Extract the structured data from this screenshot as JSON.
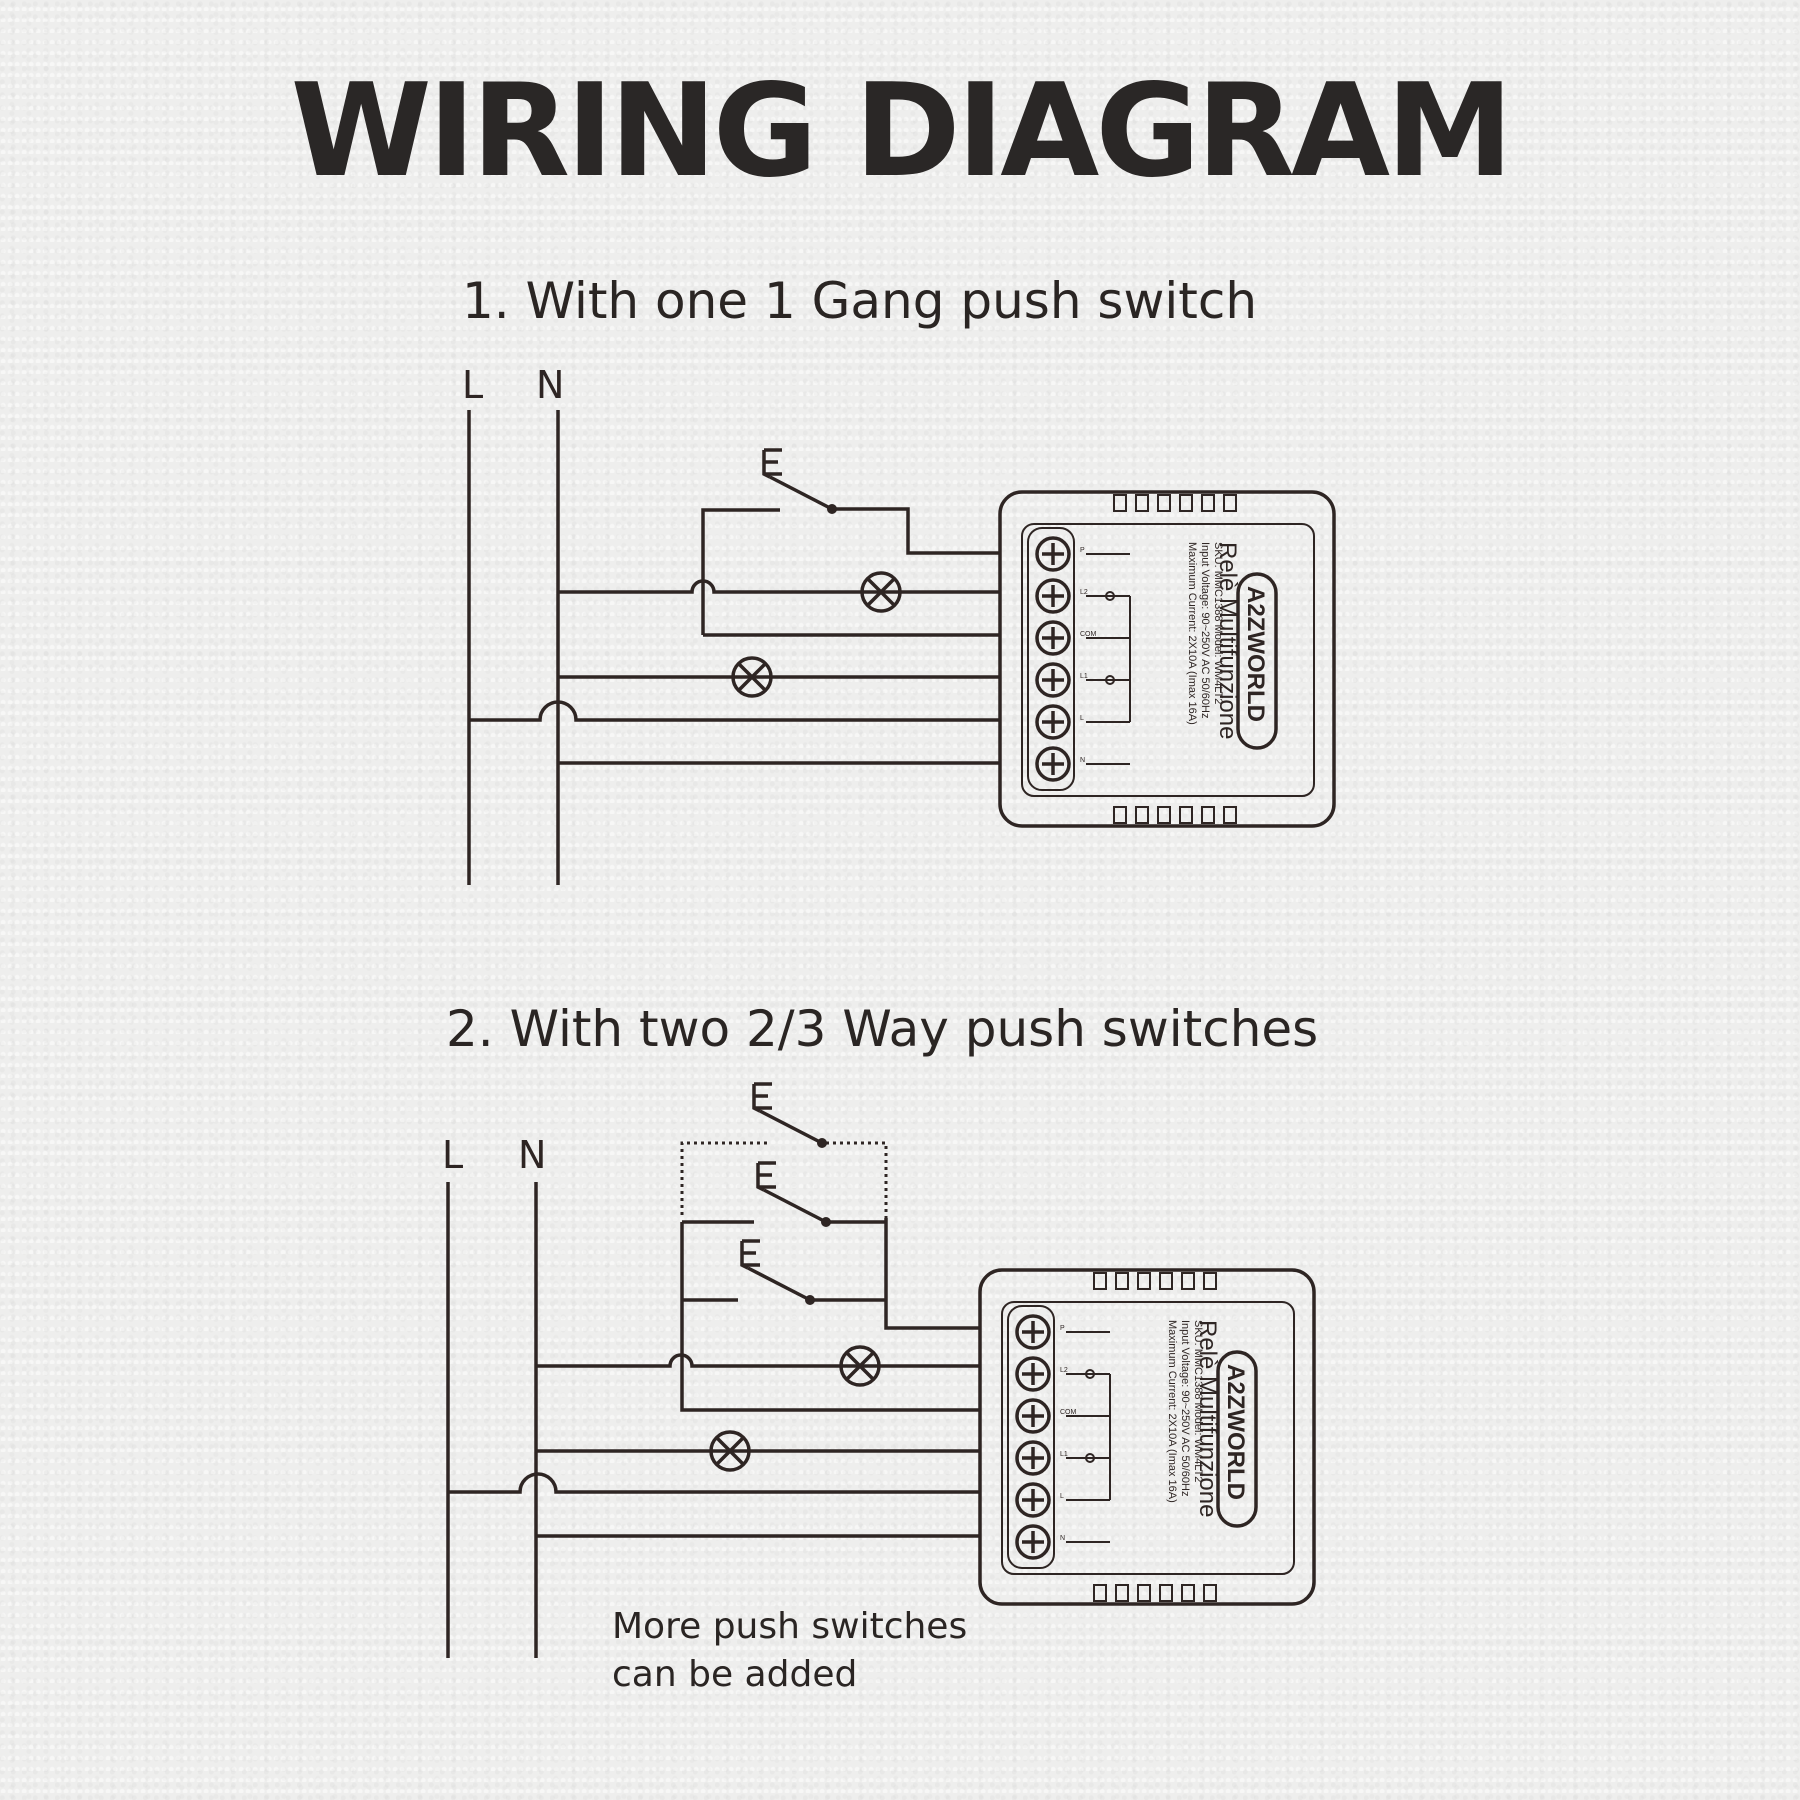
{
  "title": "WIRING DIAGRAM",
  "diagram1": {
    "heading": "1. With one 1 Gang push switch",
    "line_label": "L",
    "neutral_label": "N"
  },
  "diagram2": {
    "heading": "2. With two 2/3 Way push switches",
    "line_label": "L",
    "neutral_label": "N",
    "note_line1": "More push switches",
    "note_line2": "can be added"
  },
  "device": {
    "brand": "A2ZWORLD",
    "name": "Relè Multifunzione",
    "sku_model": "SKU: MMC1388      Model: WM4LT2",
    "input_voltage": "Input Voltage: 90~250V AC 50/60Hz",
    "max_current": "Maximum Current: 2X10A (Imax 16A)",
    "terminals": [
      "P",
      "L2",
      "COM",
      "L1",
      "L",
      "N"
    ]
  }
}
